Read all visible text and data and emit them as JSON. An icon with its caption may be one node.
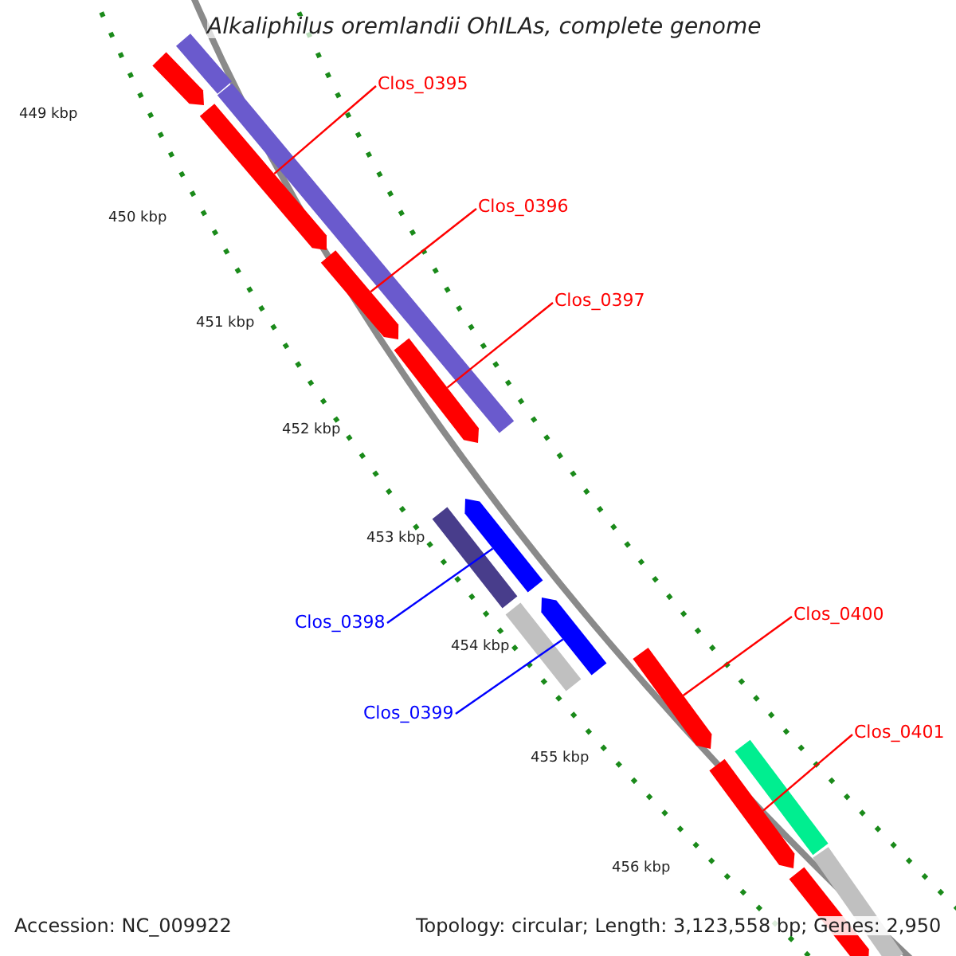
{
  "diagram": {
    "title": "Alkaliphilus oremlandii OhILAs, complete genome",
    "nodes": [
      {
        "text": [
          "Clos_0395"
        ]
      },
      {
        "text": [
          "Clos_0396"
        ]
      },
      {
        "text": [
          "Clos_0397"
        ]
      },
      {
        "text": [
          "Clos_0398"
        ]
      },
      {
        "text": [
          "Clos_0399"
        ]
      },
      {
        "text": [
          "Clos_0400"
        ]
      },
      {
        "text": [
          "Clos_0401"
        ]
      },
      {
        "text": [],
        "shape": "bar"
      },
      {
        "text": [],
        "shape": "bar"
      },
      {
        "text": [],
        "shape": "bar"
      },
      {
        "text": [],
        "shape": "bar"
      },
      {
        "text": [],
        "shape": "bar"
      },
      {
        "text": [],
        "shape": "bar"
      },
      {
        "text": [],
        "shape": "bar"
      },
      {
        "text": [],
        "shape": "bar"
      },
      {
        "text": [],
        "shape": "bar"
      },
      {
        "text": [],
        "shape": "bar"
      },
      {
        "text": [],
        "shape": "bar"
      },
      {
        "text": [],
        "shape": "bar"
      },
      {
        "text": [],
        "shape": "bar"
      },
      {
        "text": [],
        "shape": "bar"
      },
      {
        "text": [],
        "shape": "bar"
      }
    ],
    "edges": [
      {
        "from": 0,
        "to": 10,
        "arrow": "none"
      },
      {
        "from": 1,
        "to": 11,
        "arrow": "none"
      },
      {
        "from": 2,
        "to": 12,
        "arrow": "none"
      },
      {
        "from": 3,
        "to": 14,
        "arrow": "none",
        "color": "#0000ff"
      },
      {
        "from": 4,
        "to": 16,
        "arrow": "none",
        "color": "#0000ff"
      },
      {
        "from": 5,
        "to": 17,
        "arrow": "none"
      },
      {
        "from": 6,
        "to": 19,
        "arrow": "none"
      }
    ],
    "labels": [
      "449 kbp",
      "450 kbp",
      "451 kbp",
      "452 kbp",
      "453 kbp",
      "454 kbp",
      "455 kbp",
      "456 kbp",
      "Accession: NC_009922",
      "Topology: circular; Length: 3,123,558 bp; Genes: 2,950"
    ]
  }
}
